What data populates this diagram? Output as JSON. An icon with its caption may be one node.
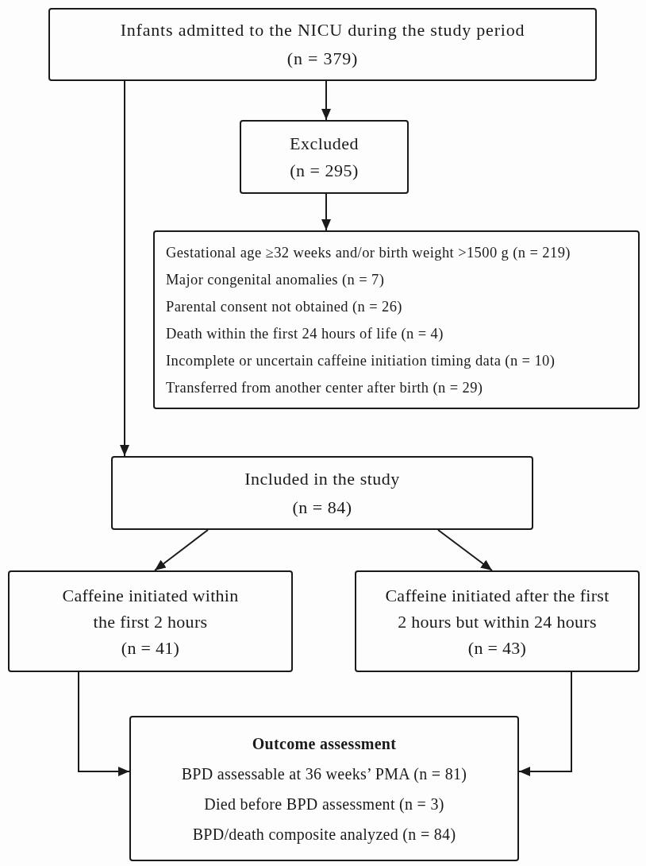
{
  "diagram": {
    "nodes": [
      {
        "text": [
          "Infants admitted to the NICU during the study period",
          "(n = 379)"
        ]
      },
      {
        "text": [
          "Excluded",
          "(n = 295)"
        ]
      },
      {
        "text": [
          "Gestational age ≥32 weeks and/or birth weight >1500 g (n = 219)",
          "Major congenital anomalies (n = 7)",
          "Parental consent not obtained (n = 26)",
          "Death within the first 24 hours of life (n = 4)",
          "Incomplete or uncertain caffeine initiation timing data (n = 10)",
          "Transferred from another center after birth (n = 29)"
        ]
      },
      {
        "text": [
          "Included in the study",
          "(n = 84)"
        ]
      },
      {
        "text": [
          "Caffeine initiated within the first 2 hours",
          "(n = 41)"
        ]
      },
      {
        "text": [
          "Caffeine initiated after the first 2 hours but within 24 hours",
          "(n = 43)"
        ]
      },
      {
        "text": [
          "Outcome assessment",
          "BPD assessable at 36 weeks’ PMA (n = 81)",
          "Died before BPD assessment (n = 3)",
          "BPD/death composite analyzed (n = 84)"
        ]
      }
    ],
    "edges": [
      {
        "from": 0,
        "to": 1,
        "arrow": "to"
      },
      {
        "from": 1,
        "to": 2,
        "arrow": "to"
      },
      {
        "from": 0,
        "to": 3,
        "arrow": "to"
      },
      {
        "from": 3,
        "to": 4,
        "arrow": "to"
      },
      {
        "from": 3,
        "to": 5,
        "arrow": "to"
      },
      {
        "from": 4,
        "to": 6,
        "arrow": "to"
      },
      {
        "from": 5,
        "to": 6,
        "arrow": "to"
      }
    ]
  }
}
